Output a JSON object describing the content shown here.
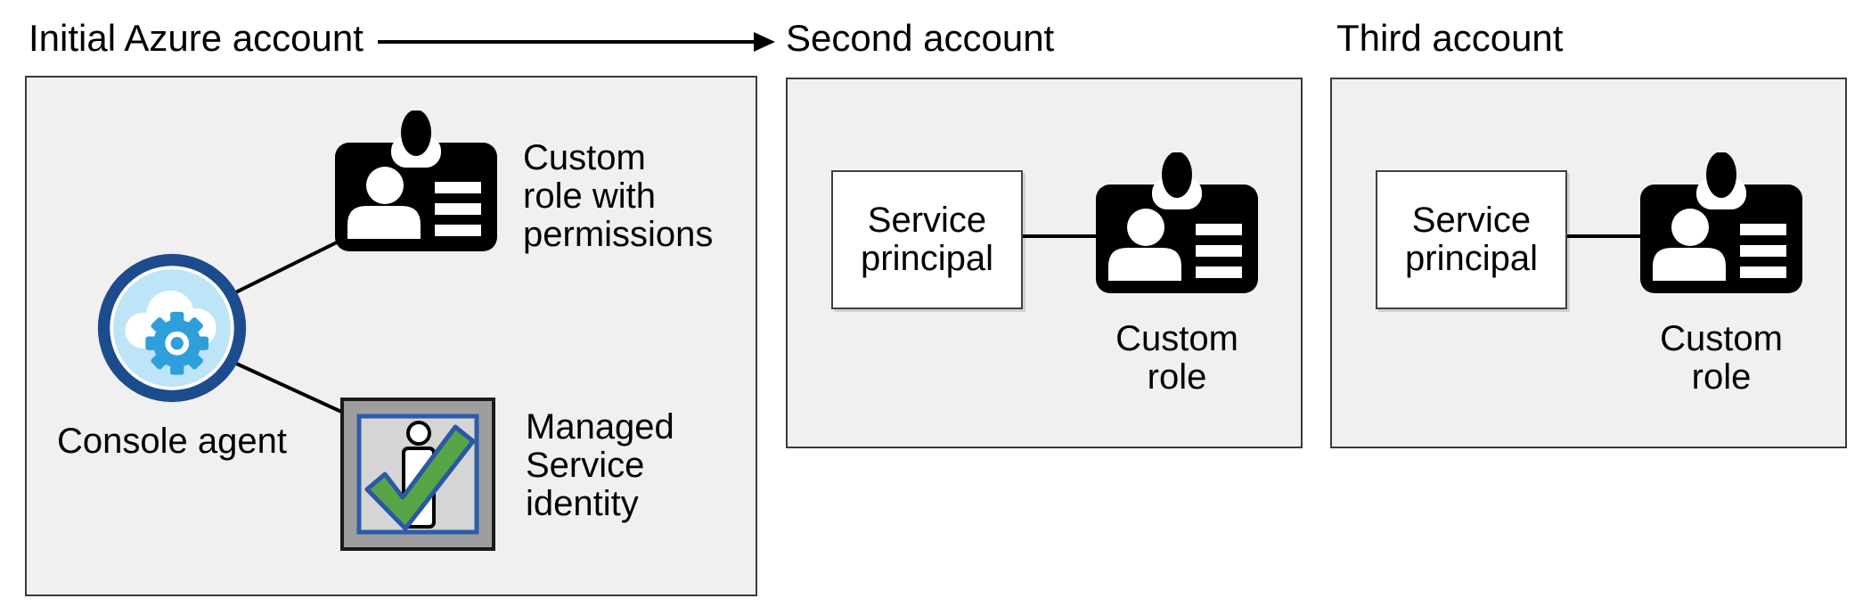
{
  "titles": {
    "initial_account": "Initial Azure account",
    "second_account": "Second account",
    "third_account": "Third account"
  },
  "panel_initial": {
    "console_agent_label": "Console agent",
    "custom_role_label": "Custom\nrole with\npermissions",
    "managed_identity_label": "Managed\nService\nidentity"
  },
  "panel_second": {
    "service_principal_label": "Service\nprincipal",
    "custom_role_label": "Custom\nrole"
  },
  "panel_third": {
    "service_principal_label": "Service\nprincipal",
    "custom_role_label": "Custom\nrole"
  },
  "icons": {
    "console_agent": "cloud-gear-icon",
    "custom_role": "id-badge-icon",
    "managed_identity": "person-checkmark-icon",
    "flow": "right-arrow"
  },
  "colors": {
    "panel_fill": "#F0F0F0",
    "panel_border": "#3A3A3A",
    "ring_blue": "#1C4B8E",
    "light_blue": "#BEE4F8",
    "gear_blue": "#2E9FDA",
    "msi_gray": "#9E9E9E",
    "msi_inner_gray": "#D5D5D6",
    "msi_blue_border": "#2D5CA9",
    "check_green": "#56A546",
    "check_outline": "#2B57A5",
    "line_black": "#000000"
  }
}
